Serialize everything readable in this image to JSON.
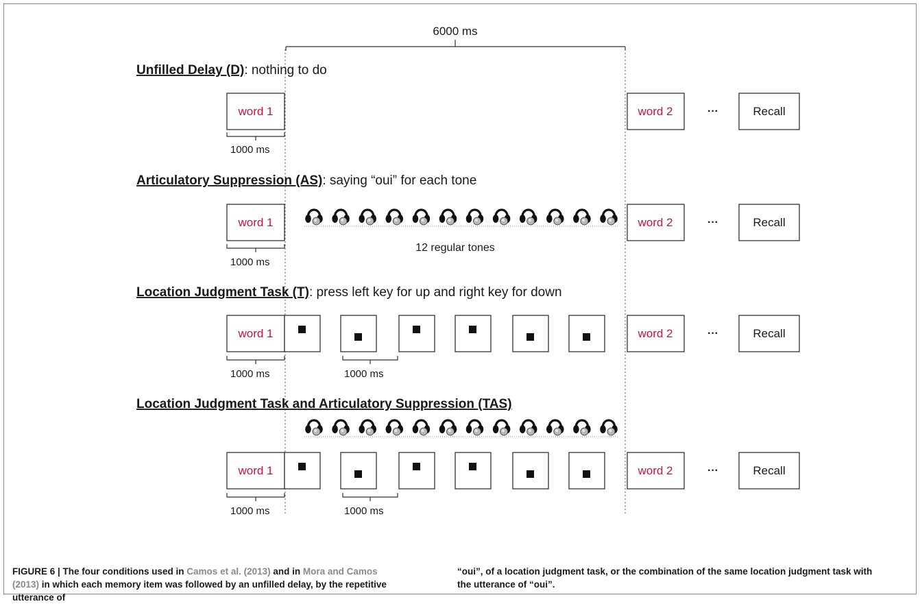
{
  "figure": {
    "top_duration": "6000 ms",
    "conditions": [
      {
        "id": "D",
        "title": "Unfilled Delay (D)",
        "subtitle": ": nothing to do",
        "item_label": "word 1",
        "next_label": "word 2",
        "ellipsis": "···",
        "recall_label": "Recall",
        "timing_label": "1000 ms"
      },
      {
        "id": "AS",
        "title": "Articulatory Suppression (AS)",
        "subtitle": ": saying “oui” for each tone",
        "item_label": "word 1",
        "next_label": "word 2",
        "ellipsis": "···",
        "recall_label": "Recall",
        "timing_label": "1000 ms",
        "tones_label": "12 regular tones",
        "tone_count": 12
      },
      {
        "id": "T",
        "title": "Location Judgment Task (T)",
        "subtitle": ": press left key for up and right key for down",
        "item_label": "word 1",
        "next_label": "word 2",
        "ellipsis": "···",
        "recall_label": "Recall",
        "timing_label": "1000 ms",
        "stimulus_timing_label": "1000 ms",
        "stimulus_positions": [
          "up",
          "down",
          "up",
          "up",
          "down",
          "down"
        ]
      },
      {
        "id": "TAS",
        "title": "Location Judgment Task and Articulatory Suppression (TAS)",
        "subtitle": "",
        "item_label": "word 1",
        "next_label": "word 2",
        "ellipsis": "···",
        "recall_label": "Recall",
        "timing_label": "1000 ms",
        "stimulus_timing_label": "1000 ms",
        "tone_count": 12,
        "stimulus_positions": [
          "up",
          "down",
          "up",
          "up",
          "down",
          "down"
        ]
      }
    ],
    "colors": {
      "word_text": "#d0103a",
      "line": "#333333",
      "title": "#1a1a1a"
    }
  },
  "caption": {
    "label": "FIGURE 6 | ",
    "left": {
      "p1": "The four conditions used in ",
      "cite1": "Camos et al. (2013)",
      "p2": " and in ",
      "cite2": "Mora and Camos (2013)",
      "p3": " in which each memory item was followed by an unfilled delay, by the repetitive utterance of"
    },
    "right": "“oui”, of a location judgment task, or the combination of the same location judgment task with the utterance of “oui”."
  }
}
